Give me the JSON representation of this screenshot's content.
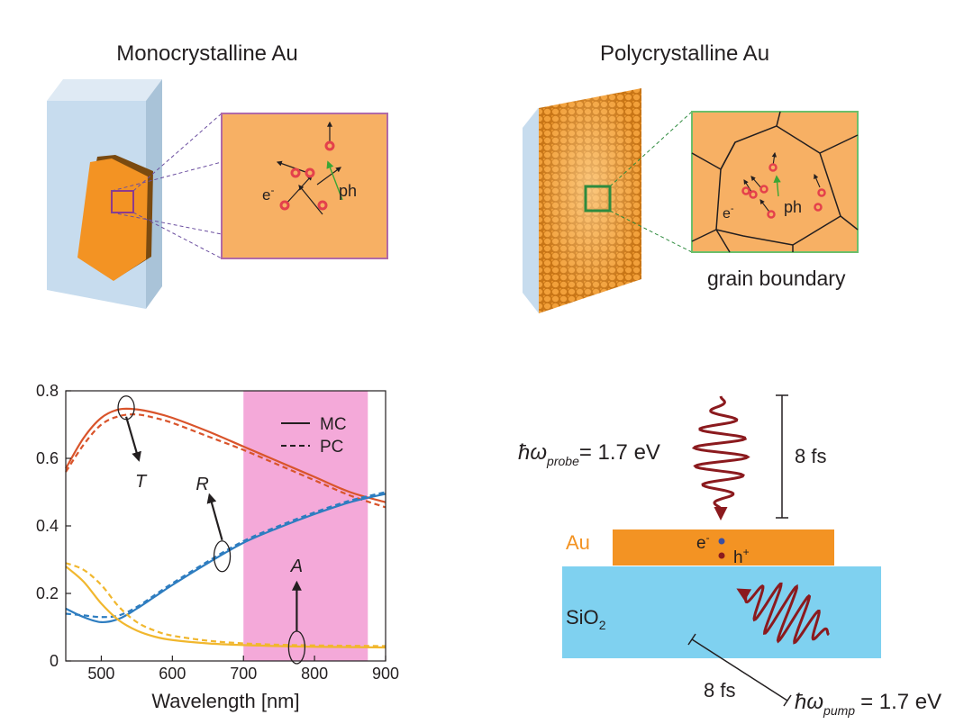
{
  "panel_a": {
    "title": "Monocrystalline Au",
    "electron_label": "e",
    "electron_sup": "-",
    "phonon_label": "ph"
  },
  "panel_b": {
    "title": "Polycrystalline Au",
    "electron_label": "e",
    "electron_sup": "-",
    "phonon_label": "ph",
    "grain_boundary_label": "grain boundary"
  },
  "panel_d": {
    "probe_prefix": "ħω",
    "probe_sub": "probe",
    "probe_value": "= 1.7 eV",
    "pump_prefix": "ħω",
    "pump_sub": "pump",
    "pump_value": "= 1.7 eV",
    "top_duration": "8 fs",
    "bottom_duration": "8 fs",
    "gold_label": "Au",
    "substrate_label_main": "SiO",
    "substrate_label_sub": "2",
    "electron_label": "e",
    "electron_sup": "-",
    "hole_label": "h",
    "hole_sup": "+",
    "colors": {
      "gold": "#f39323",
      "substrate": "#7fd1f0",
      "pulse": "#8b1a1e"
    }
  },
  "chart_data": {
    "type": "line",
    "title": "",
    "xlabel": "Wavelength [nm]",
    "ylabel": "",
    "xlim": [
      450,
      900
    ],
    "ylim": [
      0,
      0.8
    ],
    "xticks": [
      500,
      600,
      700,
      800,
      900
    ],
    "yticks": [
      0,
      0.2,
      0.4,
      0.6,
      0.8
    ],
    "xtick_labels": [
      "500",
      "600",
      "700",
      "800",
      "900"
    ],
    "ytick_labels": [
      "0",
      "0.2",
      "0.4",
      "0.6",
      "0.8"
    ],
    "shaded_region": {
      "x": [
        700,
        875
      ],
      "color": "#f4a9d9"
    },
    "legend": {
      "position": "top-right",
      "entries": [
        {
          "label": "MC",
          "style": "solid"
        },
        {
          "label": "PC",
          "style": "dashed"
        }
      ]
    },
    "annotations": [
      {
        "text": "T",
        "x": 535,
        "y": 0.75
      },
      {
        "text": "R",
        "x": 670,
        "y": 0.31
      },
      {
        "text": "A",
        "x": 775,
        "y": 0.04
      }
    ],
    "x": [
      450,
      475,
      500,
      525,
      550,
      575,
      600,
      650,
      700,
      750,
      800,
      850,
      900
    ],
    "series": [
      {
        "curve": "T",
        "style": "MC",
        "color": "#d9542b",
        "values": [
          0.57,
          0.66,
          0.72,
          0.745,
          0.745,
          0.735,
          0.72,
          0.68,
          0.635,
          0.59,
          0.545,
          0.5,
          0.47
        ]
      },
      {
        "curve": "T",
        "style": "PC",
        "color": "#d9542b",
        "values": [
          0.56,
          0.64,
          0.7,
          0.725,
          0.73,
          0.72,
          0.705,
          0.665,
          0.625,
          0.58,
          0.535,
          0.49,
          0.455
        ]
      },
      {
        "curve": "R",
        "style": "MC",
        "color": "#2e7dc0",
        "values": [
          0.155,
          0.13,
          0.115,
          0.125,
          0.155,
          0.19,
          0.225,
          0.29,
          0.35,
          0.395,
          0.435,
          0.47,
          0.495
        ]
      },
      {
        "curve": "R",
        "style": "PC",
        "color": "#2e7dc0",
        "values": [
          0.14,
          0.135,
          0.13,
          0.135,
          0.16,
          0.195,
          0.23,
          0.295,
          0.355,
          0.4,
          0.44,
          0.475,
          0.5
        ]
      },
      {
        "curve": "A",
        "style": "MC",
        "color": "#f1b72e",
        "values": [
          0.28,
          0.235,
          0.17,
          0.12,
          0.09,
          0.072,
          0.062,
          0.052,
          0.047,
          0.044,
          0.042,
          0.041,
          0.04
        ]
      },
      {
        "curve": "A",
        "style": "PC",
        "color": "#f1b72e",
        "values": [
          0.29,
          0.27,
          0.225,
          0.16,
          0.115,
          0.09,
          0.075,
          0.06,
          0.052,
          0.048,
          0.046,
          0.045,
          0.044
        ]
      }
    ]
  }
}
